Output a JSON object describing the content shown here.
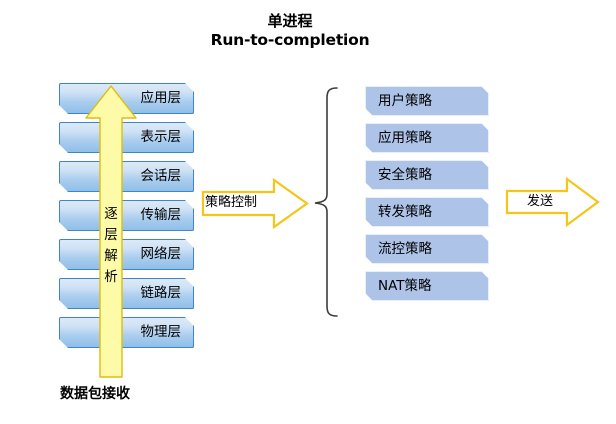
{
  "title": {
    "line1": "单进程",
    "line2": "Run-to-completion"
  },
  "osi_stack": {
    "caption": "数据包接收",
    "arrow_label_chars": [
      "逐",
      "层",
      "解",
      "析"
    ],
    "arrow_label": "逐层解析",
    "layers": [
      {
        "label": "应用层"
      },
      {
        "label": "表示层"
      },
      {
        "label": "会话层"
      },
      {
        "label": "传输层"
      },
      {
        "label": "网络层"
      },
      {
        "label": "链路层"
      },
      {
        "label": "物理层"
      }
    ]
  },
  "mid_arrow": {
    "label": "策略控制"
  },
  "policies": {
    "items": [
      {
        "label": "用户策略"
      },
      {
        "label": "应用策略"
      },
      {
        "label": "安全策略"
      },
      {
        "label": "转发策略"
      },
      {
        "label": "流控策略"
      },
      {
        "label": "NAT策略"
      }
    ]
  },
  "send_arrow": {
    "label": "发送"
  },
  "colors": {
    "osi_box_border": "#3f86c8",
    "osi_box_fill_top": "#dceaf7",
    "osi_box_fill_bottom": "#90bfe8",
    "policy_fill": "#aec3e8",
    "policy_border": "#e9eef7",
    "arrow_yellow_fill": "#fdfba8",
    "arrow_yellow_border": "#e8c000",
    "outline_arrow_border": "#f5c518",
    "outline_arrow_fill": "#ffffff",
    "brace_stroke": "#404040",
    "text": "#000000",
    "background": "#ffffff"
  }
}
